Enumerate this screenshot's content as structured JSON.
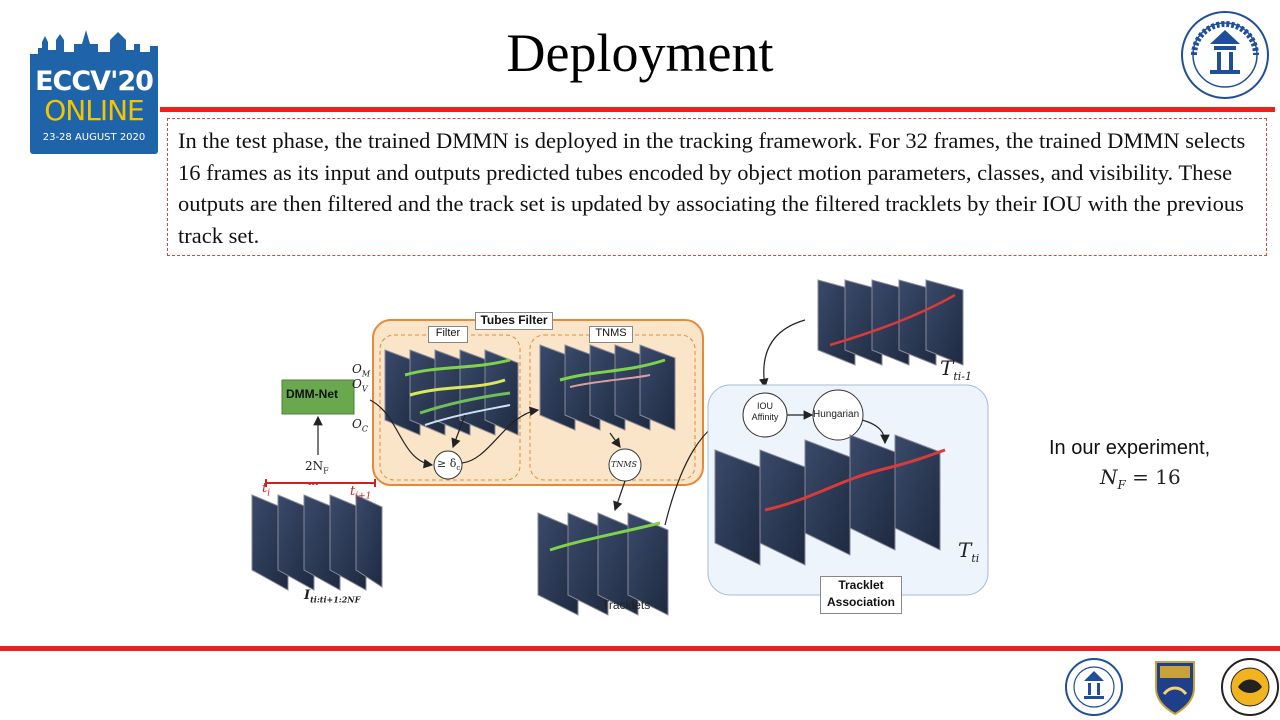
{
  "slide": {
    "title": "Deployment",
    "paragraph": "In the test phase, the trained DMMN is deployed in the tracking framework. For 32 frames, the trained DMMN selects 16 frames as its input and outputs predicted tubes encoded by object motion parameters, classes, and visibility. These outputs are then filtered and the track set is updated by associating the filtered tracklets by their IOU with the previous track set."
  },
  "logo": {
    "line1": "ECCV'20",
    "line2": "ONLINE",
    "line3": "23-28 AUGUST 2020"
  },
  "diagram": {
    "dmm_net": "DMM-Net",
    "o_m": "O",
    "o_m_sub": "M",
    "o_v": "O",
    "o_v_sub": "V",
    "o_c": "O",
    "o_c_sub": "C",
    "two_nf": "2N",
    "two_nf_sub": "F",
    "t_i": "t",
    "t_i_sub": "i",
    "t_i1": "t",
    "t_i1_sub": "i+1",
    "dots": "•••",
    "input_label": "I",
    "input_label_sub": "ti:ti+1:2NF",
    "tubes_filter": "Tubes Filter",
    "filter": "Filter",
    "tnms": "TNMS",
    "tnms_node": "TNMS",
    "threshold": "≥ δ",
    "threshold_sub": "c",
    "tracklets": "Tracklets",
    "iou_affinity_1": "IOU",
    "iou_affinity_2": "Affinity",
    "hungarian": "Hungarian",
    "prev_set": "T",
    "prev_set_sub": "ti-1",
    "cur_set": "T",
    "cur_set_sub": "ti",
    "tracklet_assoc_1": "Tracklet",
    "tracklet_assoc_2": "Association"
  },
  "note": {
    "line1": "In our experiment,",
    "line2_lhs": "N",
    "line2_sub": "F",
    "line2_rhs": " = 16"
  },
  "colors": {
    "accent_red": "#e8231b",
    "eccv_blue": "#1f63a8",
    "dmm_green": "#6aa84f",
    "tubes_orange": "#f0a050"
  }
}
